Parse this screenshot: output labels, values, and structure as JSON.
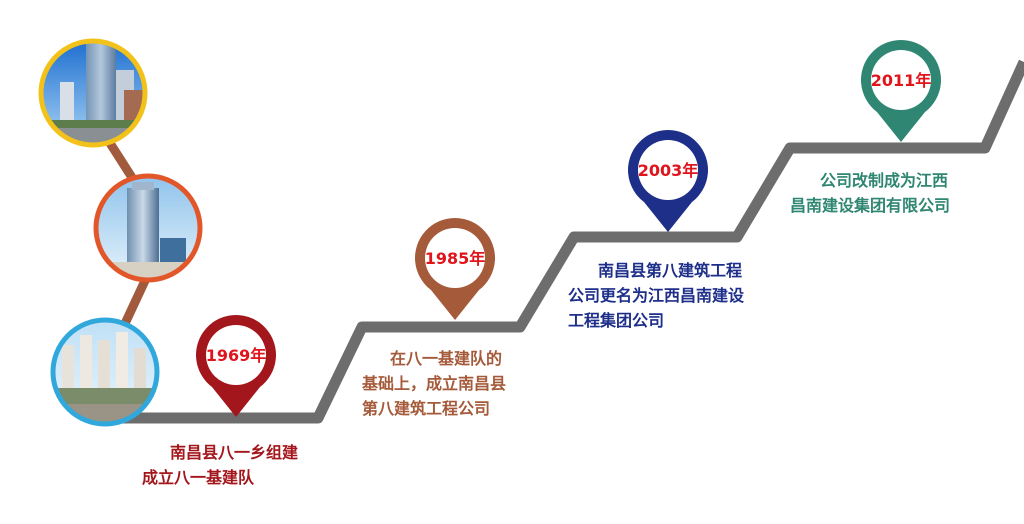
{
  "colors": {
    "path": "#6d6d6d",
    "connector": "#a15a3c",
    "pin_1969": "#a3161c",
    "pin_1985": "#a55a3a",
    "pin_2003": "#1e2f8a",
    "pin_2011": "#2f8672",
    "ring_top": "#f2c21b",
    "ring_mid": "#e2572a",
    "ring_bottom": "#31a8dc",
    "year_text": "#e0141b"
  },
  "milestones": [
    {
      "year": "1969年",
      "lines": [
        "南昌县八一乡组建",
        "成立八一基建队"
      ]
    },
    {
      "year": "1985年",
      "lines": [
        "在八一基建队的",
        "基础上，成立南昌县",
        "第八建筑工程公司"
      ]
    },
    {
      "year": "2003年",
      "lines": [
        "南昌县第八建筑工程",
        "公司更名为江西昌南建设",
        "工程集团公司"
      ]
    },
    {
      "year": "2011年",
      "lines": [
        "公司改制成为江西",
        "昌南建设集团有限公司"
      ]
    }
  ]
}
